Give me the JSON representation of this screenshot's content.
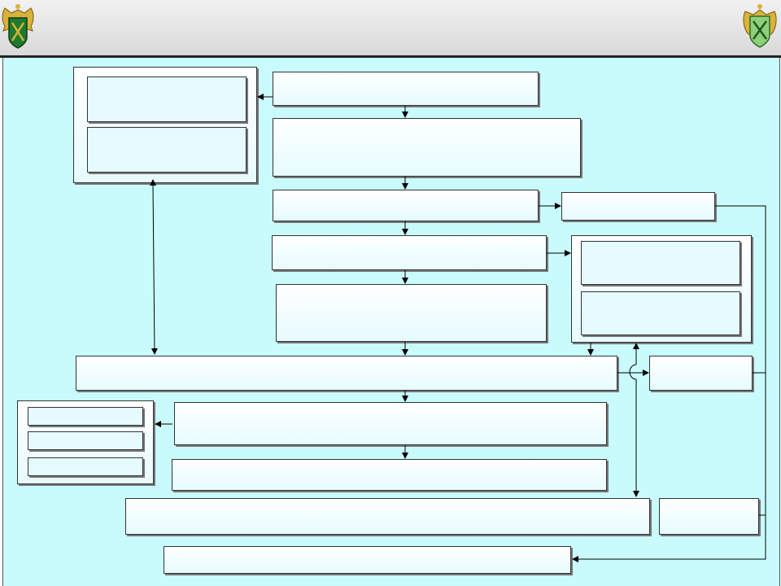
{
  "header": {
    "left_logo_icon": "double-headed-eagle-emblem-icon",
    "right_logo_icon": "emblem-shield-icon"
  },
  "colors": {
    "panel_background": "#c9fbfd",
    "box_fill": "#e6fbff",
    "border": "#333333",
    "header_background": "#d9d9d9",
    "emblem_green": "#1f7a2e",
    "emblem_gold": "#d8b23a"
  },
  "diagram": {
    "boxes": [
      {
        "id": "top-box",
        "label": ""
      },
      {
        "id": "second-box",
        "label": ""
      },
      {
        "id": "third-box",
        "label": ""
      },
      {
        "id": "third-right-box",
        "label": ""
      },
      {
        "id": "fourth-box",
        "label": ""
      },
      {
        "id": "fifth-box",
        "label": ""
      },
      {
        "id": "wide-box",
        "label": ""
      },
      {
        "id": "wide-right-box",
        "label": ""
      },
      {
        "id": "lower-box-1",
        "label": ""
      },
      {
        "id": "lower-box-2",
        "label": ""
      },
      {
        "id": "bottom-wide-box",
        "label": ""
      },
      {
        "id": "bottom-right-box",
        "label": ""
      },
      {
        "id": "final-box",
        "label": ""
      }
    ]
  }
}
